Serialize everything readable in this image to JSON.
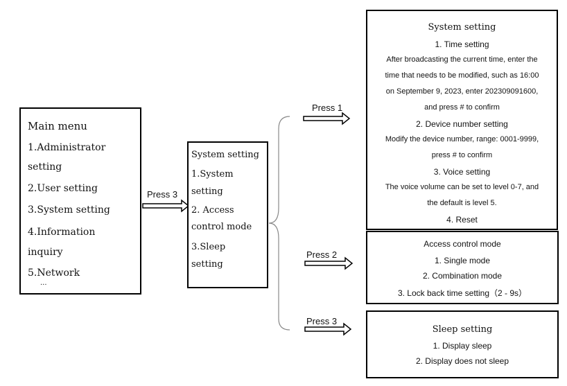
{
  "main_menu": {
    "title": "Main menu",
    "items": [
      "1.Administrator",
      "setting",
      "2.User setting",
      "3.System setting",
      "4.Information",
      "inquiry",
      "5.Network",
      "..."
    ]
  },
  "arrows": {
    "press3_main": "Press 3",
    "press1": "Press 1",
    "press2": "Press 2",
    "press3_sub": "Press 3"
  },
  "system_menu": {
    "title": "System setting",
    "items": [
      "1.System",
      "setting",
      "2. Access",
      "control mode",
      "3.Sleep",
      "setting"
    ]
  },
  "system_setting_panel": {
    "title": "System setting",
    "lines": [
      "1.   Time setting",
      "After broadcasting the current time, enter the",
      "time that needs to be modified, such as 16:00",
      "on September 9, 2023, enter 202309091600,",
      "and press # to confirm",
      "2.    Device number setting",
      "Modify the device number, range: 0001-9999,",
      "press # to confirm",
      "3.    Voice setting",
      "The voice volume can be set to level 0-7, and",
      "the default is level 5.",
      "4.    Reset"
    ]
  },
  "access_panel": {
    "title": "Access control mode",
    "lines": [
      "1.    Single mode",
      "2.    Combination mode",
      "3.    Lock back time setting（2 - 9s）"
    ]
  },
  "sleep_panel": {
    "title": "Sleep setting",
    "lines": [
      "1.    Display sleep",
      "2.    Display does not sleep"
    ]
  }
}
